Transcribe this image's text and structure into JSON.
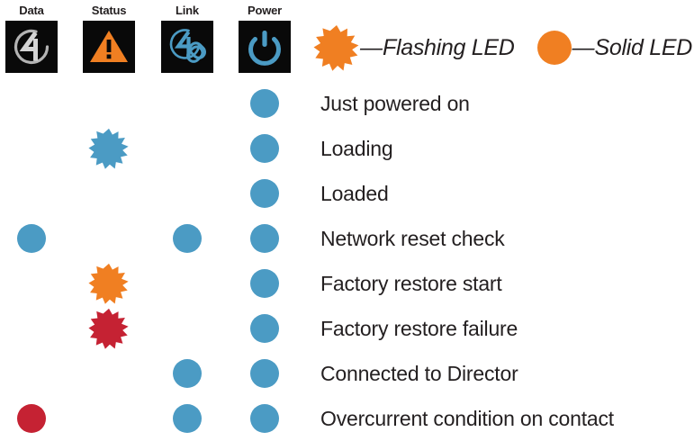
{
  "colors": {
    "blue": "#4b9bc4",
    "orange": "#f07f22",
    "red": "#c52233",
    "black": "#090909",
    "grey": "#b3b3b3",
    "text": "#231f20",
    "background": "#ffffff"
  },
  "columns": [
    {
      "key": "data",
      "label": "Data",
      "icon": "control4-logo-grey-icon"
    },
    {
      "key": "status",
      "label": "Status",
      "icon": "warning-triangle-icon"
    },
    {
      "key": "link",
      "label": "Link",
      "icon": "control4-chain-link-icon"
    },
    {
      "key": "power",
      "label": "Power",
      "icon": "power-symbol-icon"
    }
  ],
  "legend": {
    "items": [
      {
        "shape": "burst",
        "dash": "—",
        "label": "Flashing LED",
        "color": "#f07f22",
        "icon": "flashing-led-burst-icon"
      },
      {
        "shape": "circle",
        "dash": "—",
        "label": "Solid LED",
        "color": "#f07f22",
        "icon": "solid-led-circle-icon"
      }
    ]
  },
  "rows": [
    {
      "label": "Just powered on",
      "cells": [
        {
          "shape": "none"
        },
        {
          "shape": "none"
        },
        {
          "shape": "none"
        },
        {
          "shape": "circle",
          "color": "#4b9bc4"
        }
      ]
    },
    {
      "label": "Loading",
      "cells": [
        {
          "shape": "none"
        },
        {
          "shape": "burst",
          "color": "#4b9bc4"
        },
        {
          "shape": "none"
        },
        {
          "shape": "circle",
          "color": "#4b9bc4"
        }
      ]
    },
    {
      "label": "Loaded",
      "cells": [
        {
          "shape": "none"
        },
        {
          "shape": "none"
        },
        {
          "shape": "none"
        },
        {
          "shape": "circle",
          "color": "#4b9bc4"
        }
      ]
    },
    {
      "label": "Network reset check",
      "cells": [
        {
          "shape": "circle",
          "color": "#4b9bc4"
        },
        {
          "shape": "none"
        },
        {
          "shape": "circle",
          "color": "#4b9bc4"
        },
        {
          "shape": "circle",
          "color": "#4b9bc4"
        }
      ]
    },
    {
      "label": "Factory restore start",
      "cells": [
        {
          "shape": "none"
        },
        {
          "shape": "burst",
          "color": "#f07f22"
        },
        {
          "shape": "none"
        },
        {
          "shape": "circle",
          "color": "#4b9bc4"
        }
      ]
    },
    {
      "label": "Factory restore failure",
      "cells": [
        {
          "shape": "none"
        },
        {
          "shape": "burst",
          "color": "#c52233"
        },
        {
          "shape": "none"
        },
        {
          "shape": "circle",
          "color": "#4b9bc4"
        }
      ]
    },
    {
      "label": "Connected to Director",
      "cells": [
        {
          "shape": "none"
        },
        {
          "shape": "none"
        },
        {
          "shape": "circle",
          "color": "#4b9bc4"
        },
        {
          "shape": "circle",
          "color": "#4b9bc4"
        }
      ]
    },
    {
      "label": "Overcurrent condition on contact",
      "cells": [
        {
          "shape": "circle",
          "color": "#c52233"
        },
        {
          "shape": "none"
        },
        {
          "shape": "circle",
          "color": "#4b9bc4"
        },
        {
          "shape": "circle",
          "color": "#4b9bc4"
        }
      ]
    }
  ]
}
